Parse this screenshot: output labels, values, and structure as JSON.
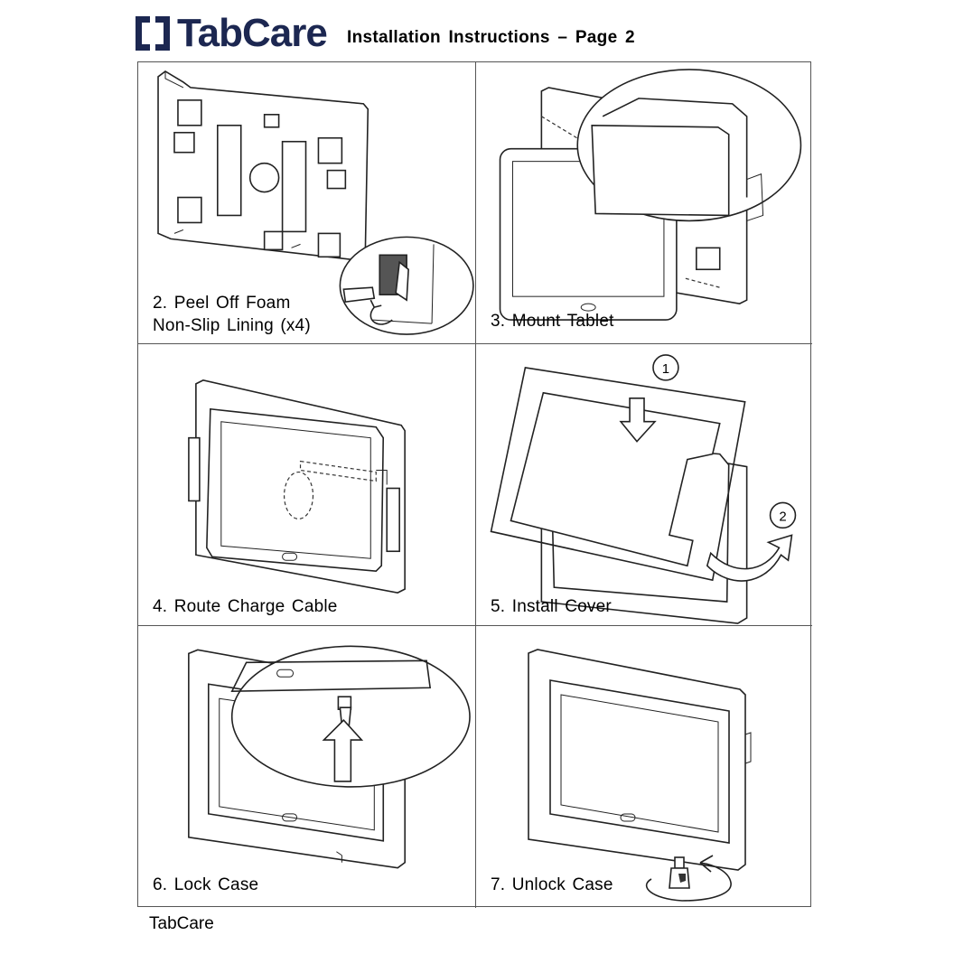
{
  "header": {
    "brand": "TabCare",
    "title": "Installation Instructions – Page 2"
  },
  "steps": [
    {
      "caption_line1": "2. Peel Off Foam",
      "caption_line2": "Non-Slip Lining (x4)"
    },
    {
      "caption_line1": "3. Mount Tablet"
    },
    {
      "caption_line1": "4. Route Charge Cable"
    },
    {
      "caption_line1": "5. Install Cover",
      "marker1": "1",
      "marker2": "2"
    },
    {
      "caption_line1": "6. Lock Case"
    },
    {
      "caption_line1": "7. Unlock Case"
    }
  ],
  "footer": {
    "text": "TabCare"
  },
  "colors": {
    "brand": "#1c2751",
    "line": "#222222",
    "border": "#555555"
  }
}
